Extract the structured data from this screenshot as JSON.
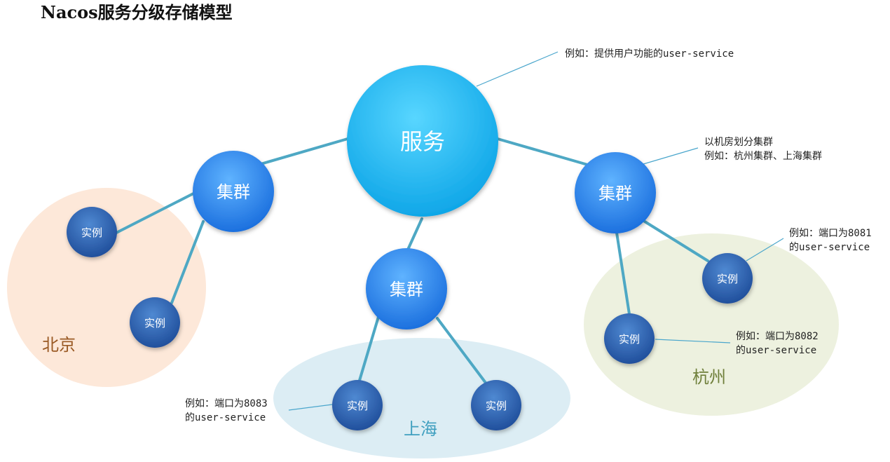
{
  "title": "Nacos服务分级存储模型",
  "regions": {
    "beijing": {
      "label": "北京",
      "label_color": "#9a5a25",
      "fill": "#fde8d9"
    },
    "shanghai": {
      "label": "上海",
      "label_color": "#3f9fbf",
      "fill": "#dcedf4"
    },
    "hangzhou": {
      "label": "杭州",
      "label_color": "#6f7f3a",
      "fill": "#edf1df"
    }
  },
  "nodes": {
    "service": {
      "label": "服务"
    },
    "cluster_beijing": {
      "label": "集群"
    },
    "cluster_shanghai": {
      "label": "集群"
    },
    "cluster_hangzhou": {
      "label": "集群"
    },
    "instance_bj_1": {
      "label": "实例"
    },
    "instance_bj_2": {
      "label": "实例"
    },
    "instance_sh_1": {
      "label": "实例"
    },
    "instance_sh_2": {
      "label": "实例"
    },
    "instance_hz_1": {
      "label": "实例"
    },
    "instance_hz_2": {
      "label": "实例"
    }
  },
  "annotations": {
    "service": {
      "line1": "例如：提供用户功能的user-service"
    },
    "cluster": {
      "line1": "以机房划分集群",
      "line2": "例如：杭州集群、上海集群"
    },
    "instance_8081": {
      "line1": "例如：端口为8081",
      "line2": "的user-service"
    },
    "instance_8082": {
      "line1": "例如：端口为8082",
      "line2": "的user-service"
    },
    "instance_8083": {
      "line1": "例如：端口为8083",
      "line2": "的user-service"
    }
  },
  "colors": {
    "edge": "#4ea8c4",
    "service_gradient": [
      "#5fd8ff",
      "#0ea5e9"
    ],
    "cluster_gradient": [
      "#64b5ff",
      "#1a6fe0"
    ],
    "instance_gradient": [
      "#5a92d6",
      "#1f4f9e"
    ]
  }
}
